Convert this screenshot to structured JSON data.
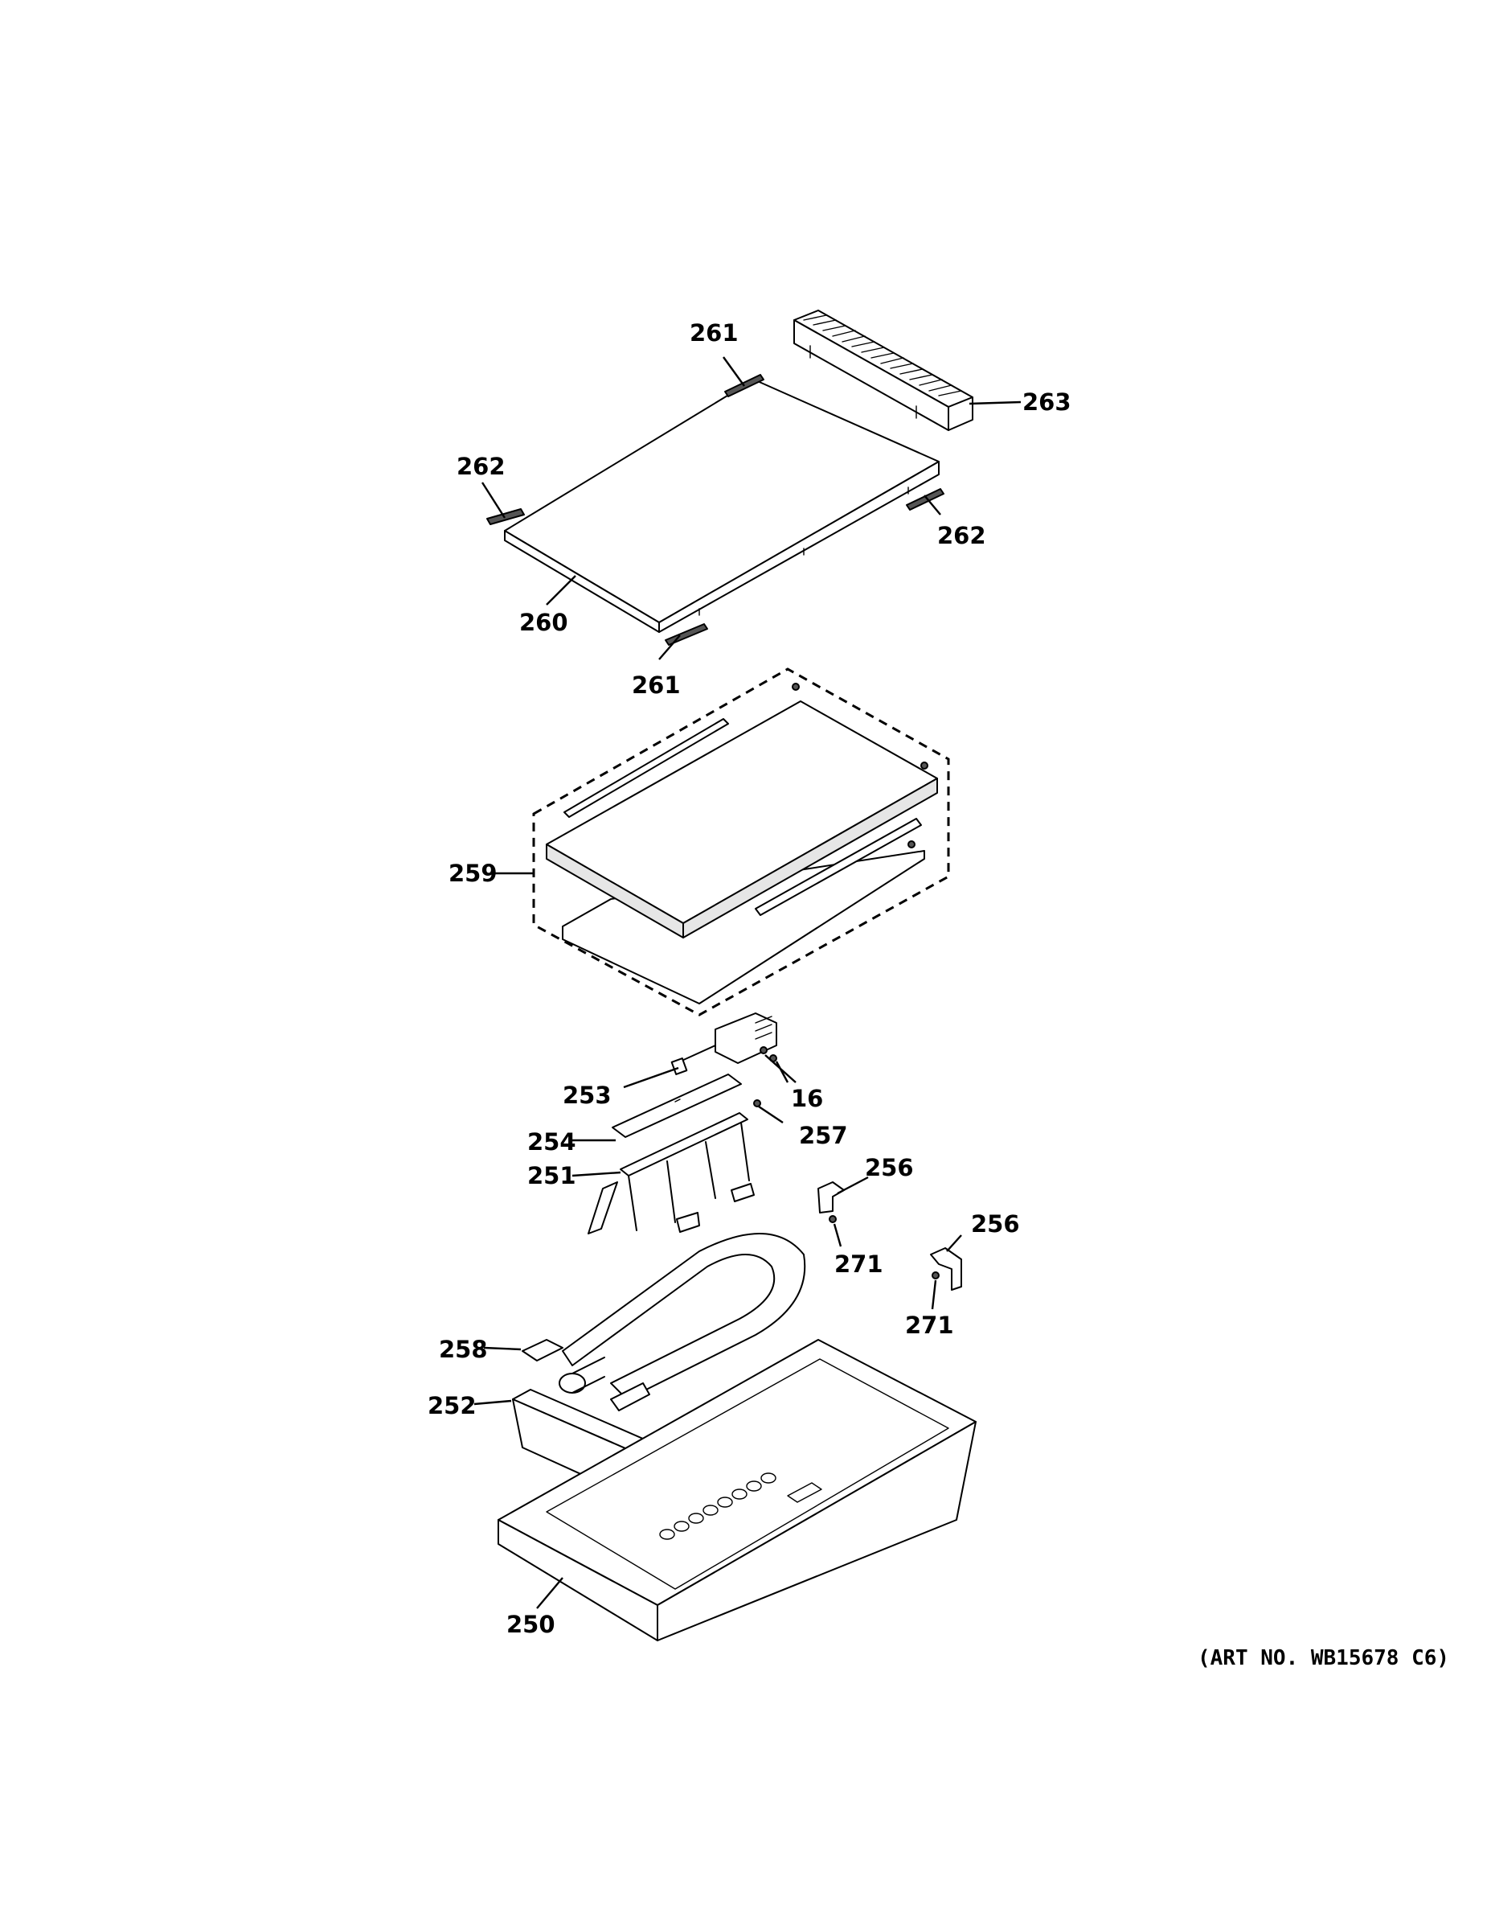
{
  "diagram": {
    "callouts": [
      "261",
      "263",
      "262",
      "262",
      "260",
      "261",
      "259",
      "253",
      "16",
      "257",
      "254",
      "251",
      "256",
      "271",
      "256",
      "271",
      "258",
      "252",
      "250"
    ],
    "art_number": "(ART NO. WB15678 C6)"
  }
}
